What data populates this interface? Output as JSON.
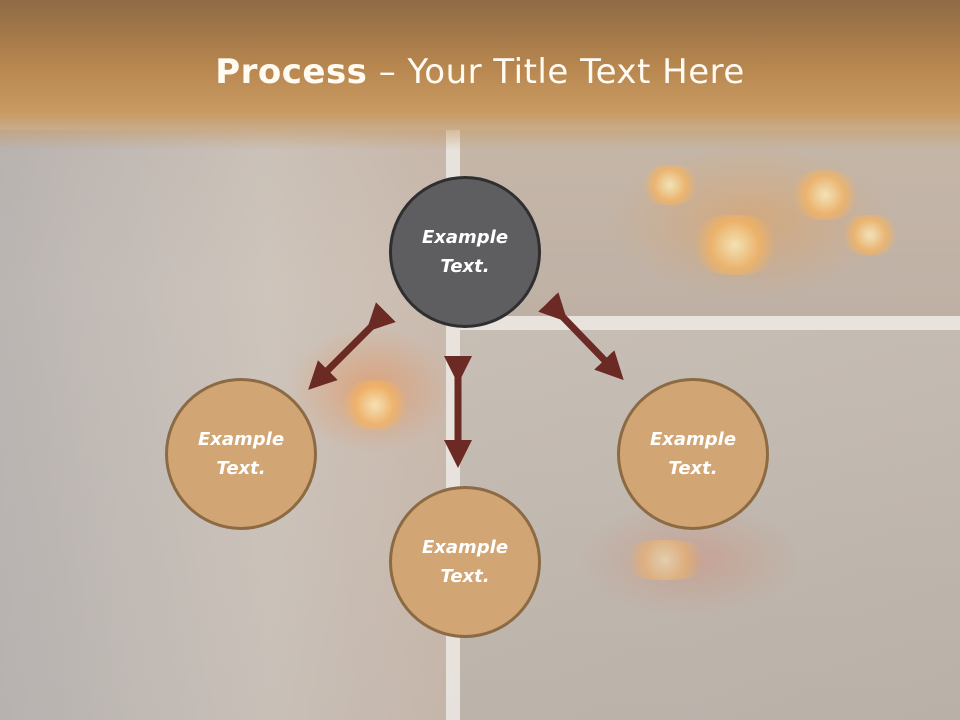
{
  "slide": {
    "title_bold": "Process",
    "title_rest": " – Your Title Text Here"
  },
  "diagram": {
    "center_text": "Example\nText.",
    "left_text": "Example\nText.",
    "bottom_text": "Example\nText.",
    "right_text": "Example\nText."
  },
  "colors": {
    "title_bar": "#b8874f",
    "center_fill": "#5e5e60",
    "node_fill": "#d1a574",
    "node_border": "#8c6a44",
    "arrow": "#6b2a24"
  }
}
